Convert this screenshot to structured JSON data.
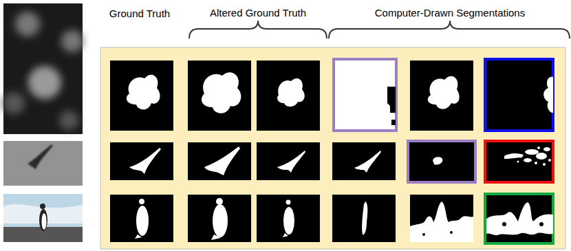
{
  "diagram": {
    "labels": [
      "Ground Truth",
      "Altered Ground Truth",
      "Computer-Drawn Segmentations"
    ]
  }
}
